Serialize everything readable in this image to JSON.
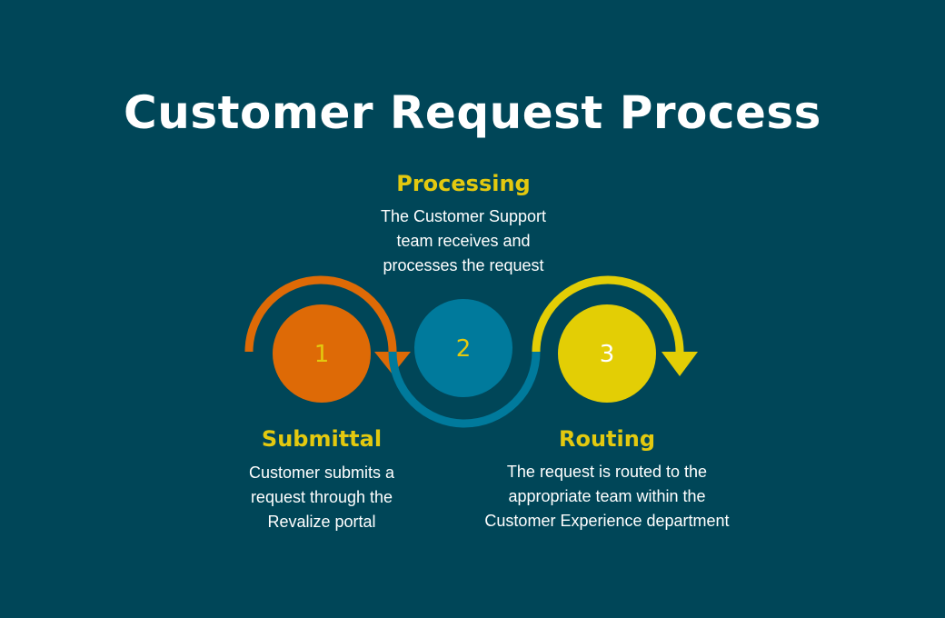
{
  "title": "Customer Request Process",
  "colors": {
    "background": "#004658",
    "step1": "#de6a06",
    "step2": "#007a9c",
    "step3": "#e3ce05",
    "heading": "#e3c90f",
    "text": "#ffffff"
  },
  "steps": [
    {
      "number": "1",
      "heading": "Submittal",
      "description_lines": [
        "Customer submits a",
        "request through the",
        "Revalize portal"
      ]
    },
    {
      "number": "2",
      "heading": "Processing",
      "description_lines": [
        "The Customer Support",
        "team receives and",
        "processes the request"
      ]
    },
    {
      "number": "3",
      "heading": "Routing",
      "description_lines": [
        "The request is routed to the",
        "appropriate team within the",
        "Customer Experience department"
      ]
    }
  ]
}
